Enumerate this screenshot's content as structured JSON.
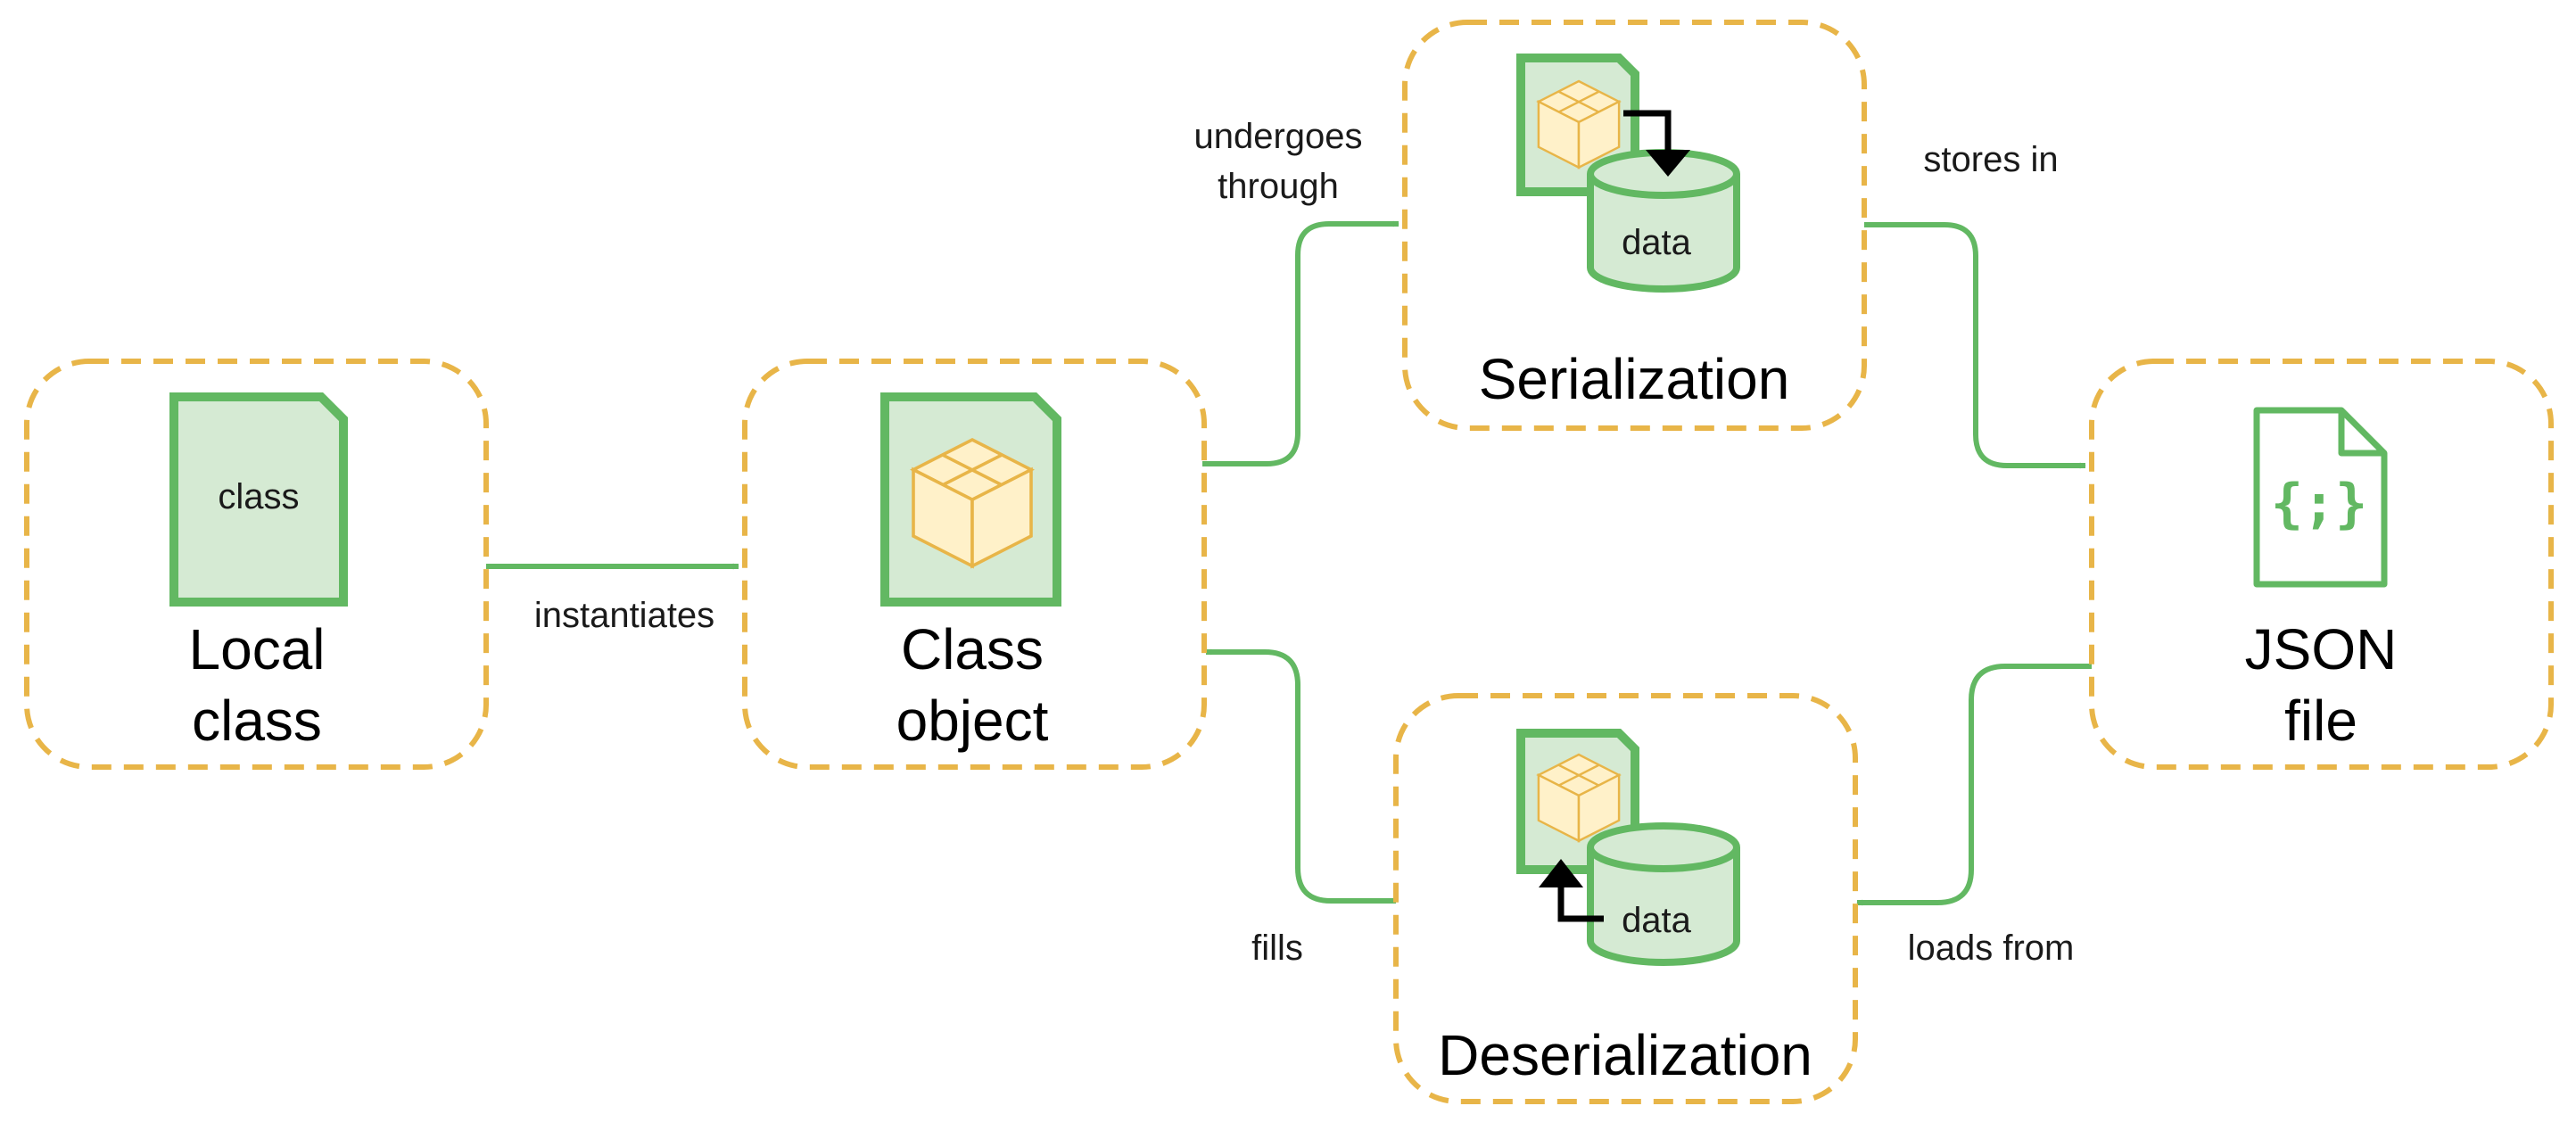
{
  "nodes": {
    "local_class": {
      "title_line1": "Local",
      "title_line2": "class",
      "icon_label": "class"
    },
    "class_object": {
      "title_line1": "Class",
      "title_line2": "object"
    },
    "serialization": {
      "title": "Serialization",
      "icon_label": "data"
    },
    "deserialization": {
      "title": "Deserialization",
      "icon_label": "data"
    },
    "json_file": {
      "title_line1": "JSON",
      "title_line2": "file",
      "icon_glyph": "{;}"
    }
  },
  "edges": {
    "instantiates": "instantiates",
    "undergoes_line1": "undergoes",
    "undergoes_line2": "through",
    "stores_in": "stores in",
    "loads_from": "loads from",
    "fills": "fills"
  },
  "colors": {
    "box_border": "#e8b548",
    "connector": "#62b862",
    "icon_fill": "#d5ead3",
    "package_fill": "#fff1c9"
  }
}
